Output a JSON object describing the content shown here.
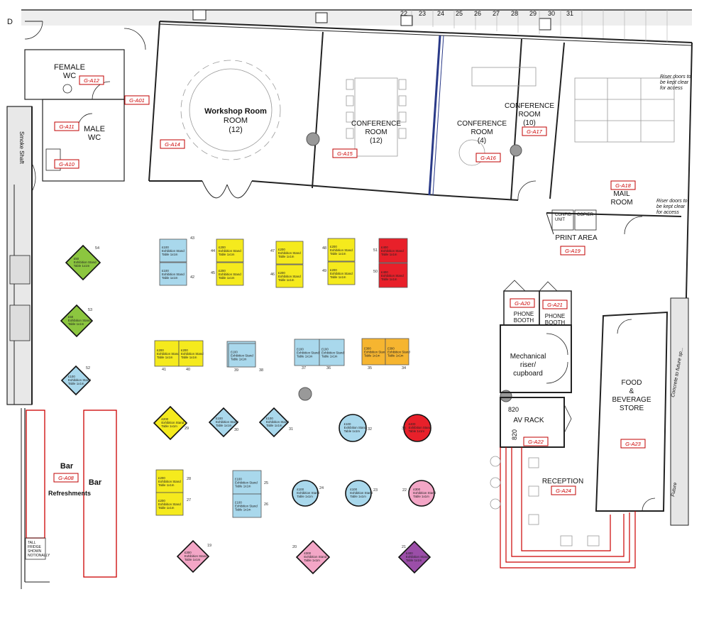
{
  "colors": {
    "blue": "#a9d8ec",
    "yellow": "#f5ea1d",
    "red": "#e8202a",
    "green": "#8cc63f",
    "orange": "#f6b530",
    "pink": "#f3a6c6",
    "purple": "#9b4ea8",
    "tag": "#c00000"
  },
  "ruler_numbers": [
    "22",
    "23",
    "24",
    "25",
    "26",
    "27",
    "28",
    "29",
    "30",
    "31"
  ],
  "corner_letter": "D",
  "rooms": {
    "female_wc": {
      "line1": "FEMALE",
      "line2": "WC"
    },
    "male_wc": {
      "line1": "MALE",
      "line2": "WC"
    },
    "smoke_shaft": "Smoke Shaft",
    "workshop": {
      "title": "Workshop Room",
      "sub": "ROOM",
      "cap": "(12)"
    },
    "conf_a15": {
      "line1": "CONFERENCE",
      "line2": "ROOM",
      "cap": "(12)"
    },
    "conf_a16": {
      "line1": "CONFERENCE",
      "line2": "ROOM",
      "cap": "(4)"
    },
    "conf_a17": {
      "line1": "CONFERENCE",
      "line2": "ROOM",
      "cap": "(10)"
    },
    "mail_room": {
      "line1": "MAIL",
      "line2": "ROOM"
    },
    "riser_note_top": {
      "line1": "Riser doors to",
      "line2": "be kept clear",
      "line3": "for access"
    },
    "riser_note_mid": {
      "line1": "Riser doors to",
      "line2": "be kept clear",
      "line3": "for access"
    },
    "confid_unit": {
      "line1": "CONFID.",
      "line2": "UNIT"
    },
    "copier": "COPIER",
    "print_area": "PRINT AREA",
    "phone_booth": {
      "line1": "PHONE",
      "line2": "BOOTH"
    },
    "mechanical": {
      "line1": "Mechanical",
      "line2": "riser/",
      "line3": "cupboard"
    },
    "av_rack": "AV RACK",
    "av_820_h": "820",
    "av_820_v": "820",
    "food_store": {
      "line1": "FOOD",
      "line2": "&",
      "line3": "BEVERAGE",
      "line4": "STORE"
    },
    "reception": "RECEPTION",
    "bar_left": "Bar",
    "bar_right": "Bar",
    "refreshments": "Refreshments",
    "tall_fridge": {
      "line1": "TALL",
      "line2": "FRIDGE",
      "line3": "SHOWN",
      "line4": "NOTIONALLY"
    },
    "concrete": "Concrete to future sp...",
    "future": "Future"
  },
  "tags": {
    "a01": "G-A01",
    "a08": "G-A08",
    "a10": "G-A10",
    "a11": "G-A11",
    "a12": "G-A12",
    "a14": "G-A14",
    "a15": "G-A15",
    "a16": "G-A16",
    "a17": "G-A17",
    "a18": "G-A18",
    "a19": "G-A19",
    "a20": "G-A20",
    "a21": "G-A21",
    "a22": "G-A22",
    "a23": "G-A23",
    "a24": "G-A24"
  },
  "stand_text": {
    "line1": "Exhibition Stand",
    "line2": "Table 1x1m"
  },
  "stands": {
    "s43": {
      "code": "£100",
      "num": "43"
    },
    "s42": {
      "code": "£100",
      "num": "42"
    },
    "s44": {
      "code": "£200",
      "num": "44"
    },
    "s45": {
      "code": "£200",
      "num": "45"
    },
    "s47": {
      "code": "£200",
      "num": "47"
    },
    "s46": {
      "code": "£200",
      "num": "46"
    },
    "s48": {
      "code": "£200",
      "num": "48"
    },
    "s49": {
      "code": "£200",
      "num": "49"
    },
    "s51": {
      "code": "£400",
      "num": "51"
    },
    "s50": {
      "code": "£400",
      "num": "50"
    },
    "s41": {
      "code": "£200",
      "num": "41"
    },
    "s40": {
      "code": "£200",
      "num": "40"
    },
    "s39": {
      "code": "£100",
      "num": "39"
    },
    "s38": {
      "code": "£100",
      "num": "38"
    },
    "s37": {
      "code": "£100",
      "num": "37"
    },
    "s36": {
      "code": "£100",
      "num": "36"
    },
    "s35": {
      "code": "£300",
      "num": "35"
    },
    "s34": {
      "code": "£300",
      "num": "34"
    },
    "s54": {
      "code": "£50",
      "num": "54"
    },
    "s53": {
      "code": "£50",
      "num": "53"
    },
    "s52": {
      "code": "£100",
      "num": "52"
    },
    "s29": {
      "code": "£200",
      "num": "29"
    },
    "s30": {
      "code": "£100",
      "num": "30"
    },
    "s31": {
      "code": "£100",
      "num": "31"
    },
    "s32": {
      "code": "£100",
      "num": "32"
    },
    "s33": {
      "code": "£400",
      "num": "33"
    },
    "s28": {
      "code": "£200",
      "num": "28"
    },
    "s27": {
      "code": "£200",
      "num": "27"
    },
    "s25": {
      "code": "£100",
      "num": "25"
    },
    "s26": {
      "code": "£100",
      "num": "26"
    },
    "s24": {
      "code": "£100",
      "num": "24"
    },
    "s23": {
      "code": "£100",
      "num": "23"
    },
    "s22": {
      "code": "£300",
      "num": "22"
    },
    "s19": {
      "code": "£300",
      "num": "19"
    },
    "s20": {
      "code": "£300",
      "num": "20"
    },
    "s21": {
      "code": "£400",
      "num": "21"
    }
  }
}
